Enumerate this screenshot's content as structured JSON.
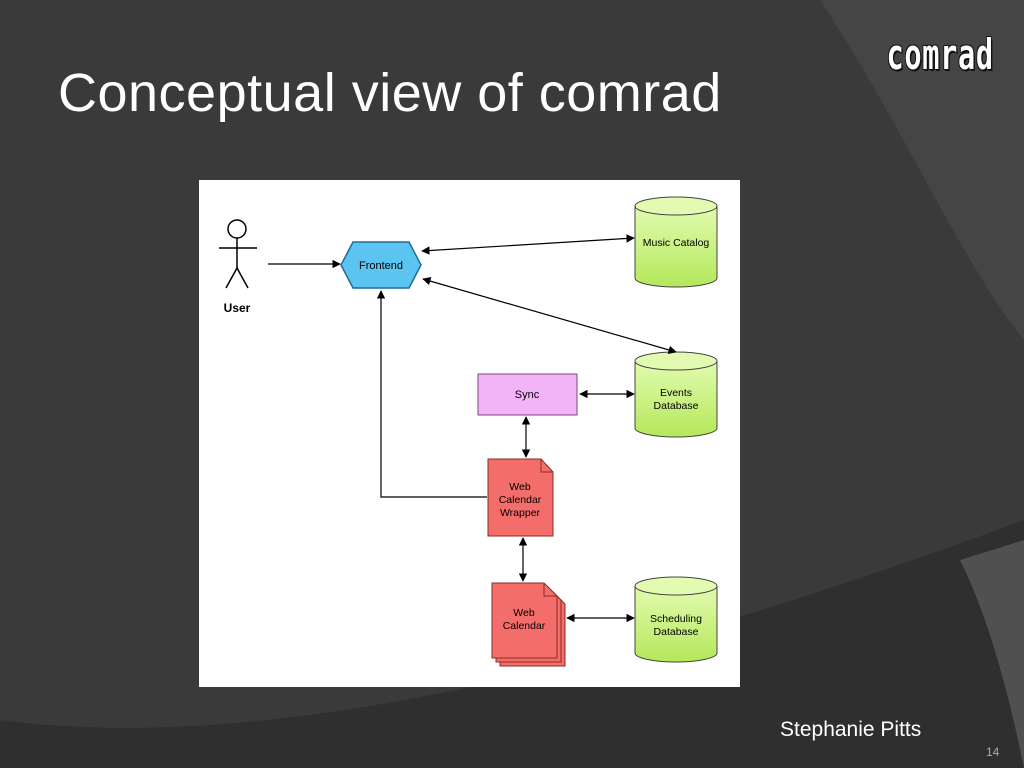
{
  "slide": {
    "title": "Conceptual view of comrad",
    "logo_text": "comrad",
    "author": "Stephanie Pitts",
    "page_number": "14"
  },
  "diagram": {
    "actor": "User",
    "frontend": "Frontend",
    "music_catalog": "Music Catalog",
    "events_db": [
      "Events",
      "Database"
    ],
    "sync": "Sync",
    "wrapper": [
      "Web",
      "Calendar",
      "Wrapper"
    ],
    "web_calendar": [
      "Web",
      "Calendar"
    ],
    "scheduling_db": [
      "Scheduling",
      "Database"
    ]
  },
  "colors": {
    "background": "#3a3a3a",
    "frontend": "#5cc4f0",
    "database": "#c8f07a",
    "sync": "#f3b4f7",
    "calendar": "#f36e6a"
  }
}
